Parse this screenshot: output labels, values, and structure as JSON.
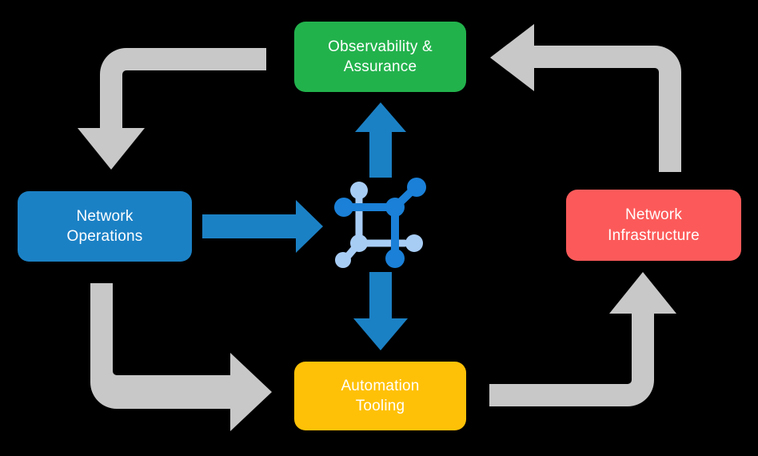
{
  "diagram": {
    "type": "cycle-diagram",
    "background_color": "#000000",
    "center": {
      "icon": "network-topology-icon",
      "node_color_primary": "#1a80d8",
      "node_color_secondary": "#a8cdf5"
    },
    "nodes": [
      {
        "id": "observability",
        "label": "Observability &\nAssurance",
        "color": "#22b24c",
        "position": "top"
      },
      {
        "id": "network-operations",
        "label": "Network\nOperations",
        "color": "#1b81c5",
        "position": "left"
      },
      {
        "id": "network-infrastructure",
        "label": "Network\nInfrastructure",
        "color": "#fc5a5a",
        "position": "right"
      },
      {
        "id": "automation-tooling",
        "label": "Automation\nTooling",
        "color": "#ffc107",
        "position": "bottom"
      }
    ],
    "connectors": {
      "primary_color": "#1b81c5",
      "cycle_color": "#c8c8c8",
      "primary": [
        {
          "id": "ops-to-center",
          "from": "network-operations",
          "to": "center",
          "direction": "right"
        },
        {
          "id": "center-to-observability",
          "from": "center",
          "to": "observability",
          "direction": "up"
        },
        {
          "id": "center-to-automation",
          "from": "center",
          "to": "automation-tooling",
          "direction": "down"
        }
      ],
      "cycle": [
        {
          "id": "observability-to-ops",
          "from": "observability",
          "to": "network-operations",
          "direction": "down"
        },
        {
          "id": "ops-to-automation",
          "from": "network-operations",
          "to": "automation-tooling",
          "direction": "right"
        },
        {
          "id": "automation-to-infrastructure",
          "from": "automation-tooling",
          "to": "network-infrastructure",
          "direction": "up"
        },
        {
          "id": "infrastructure-to-observability",
          "from": "network-infrastructure",
          "to": "observability",
          "direction": "left"
        }
      ]
    }
  }
}
